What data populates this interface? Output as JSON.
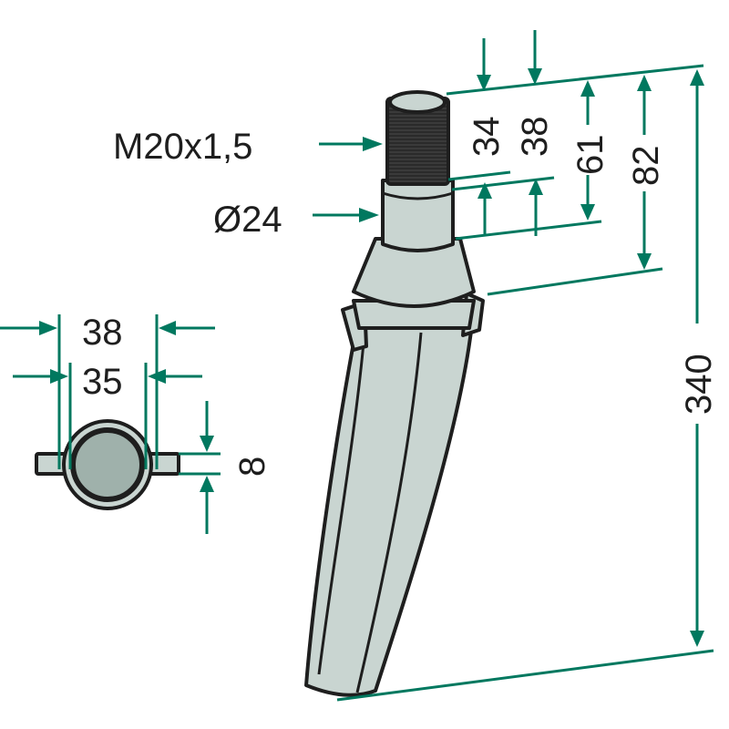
{
  "title": "Tine drawing with dimensions",
  "colors": {
    "dimension": "#00785f",
    "part_fill": "#c9d5d1",
    "thread": "#2a2a2a",
    "outline": "#1e1e1e"
  },
  "labels": {
    "thread": "M20x1,5",
    "diameter": "Ø24",
    "thread_length": "34",
    "thread_length_2": "38",
    "shoulder_height": "61",
    "collar_height": "82",
    "total_length": "340",
    "section_outer_width": "38",
    "section_inner_width": "35",
    "section_thickness": "8"
  }
}
